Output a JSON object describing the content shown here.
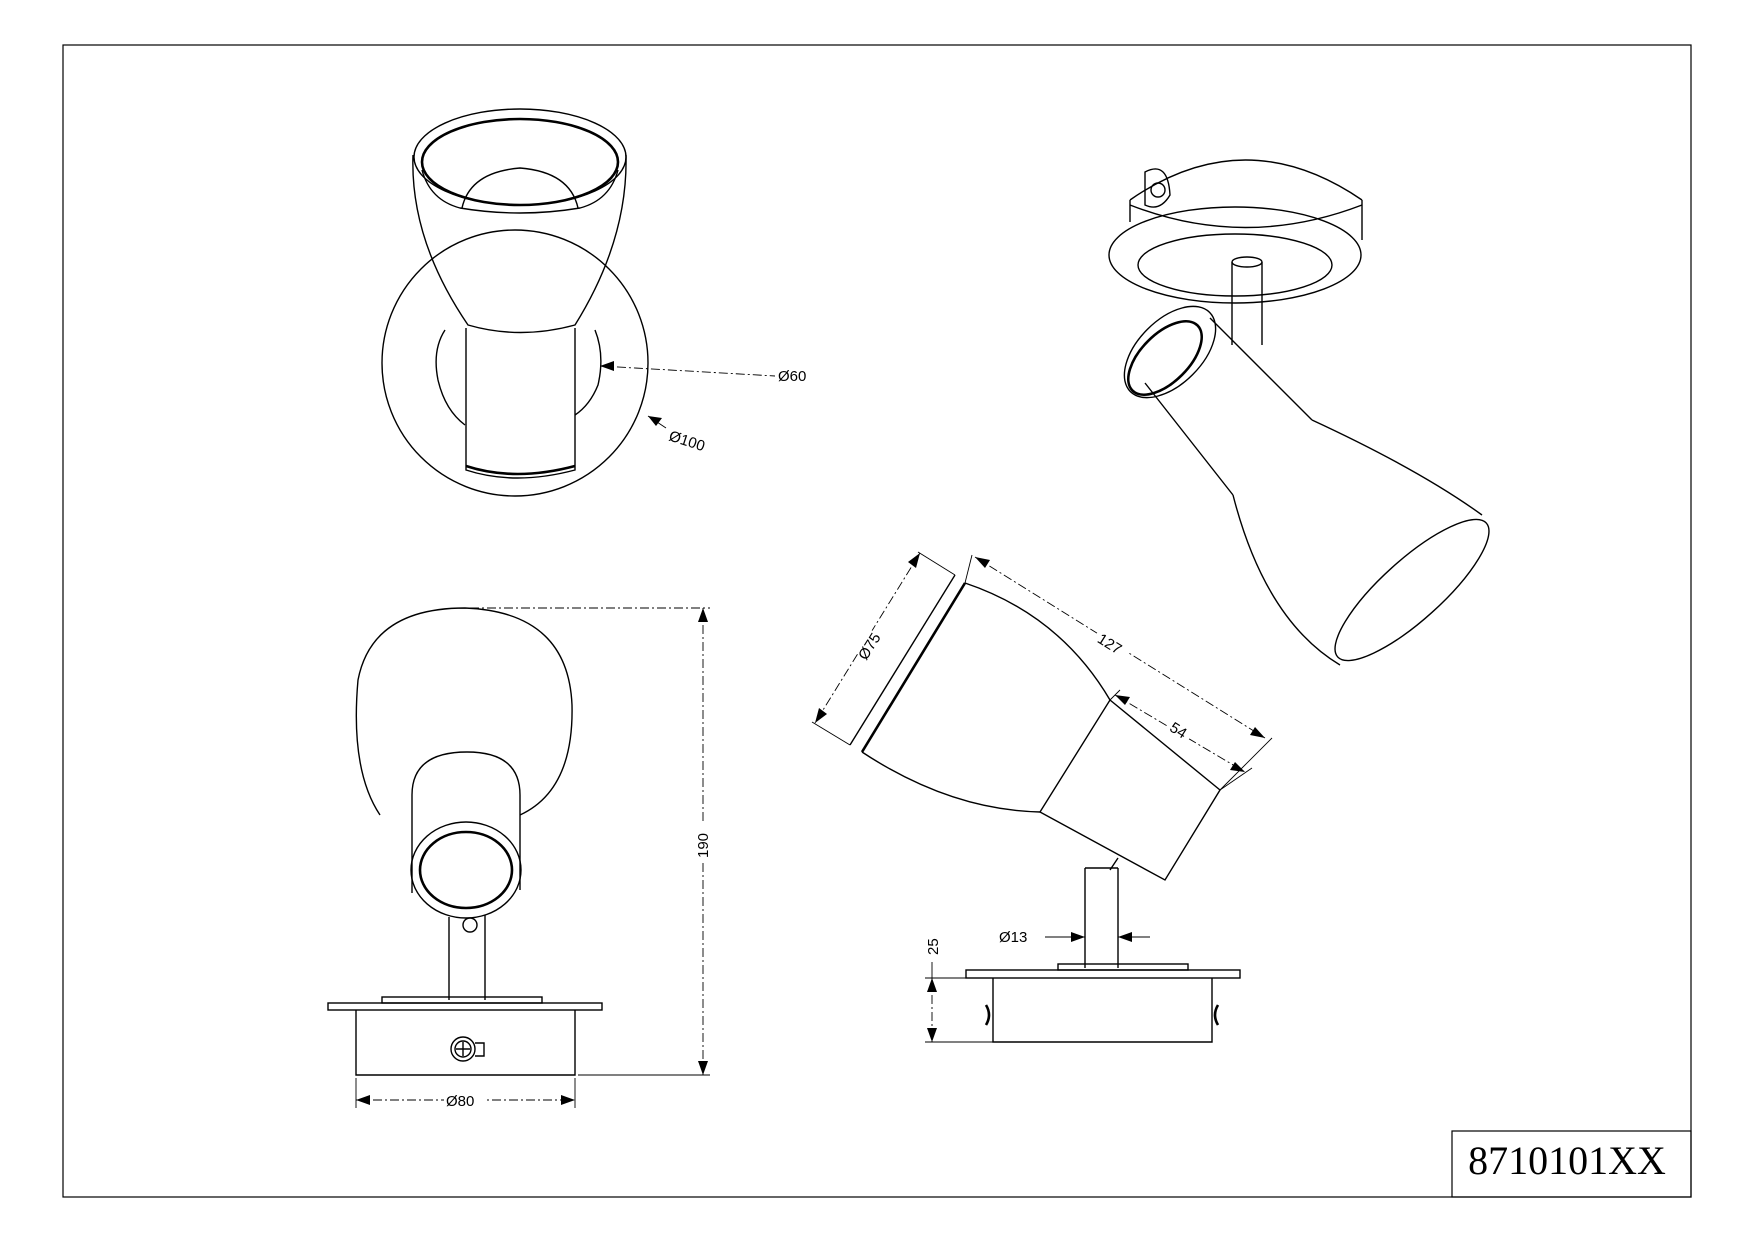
{
  "drawing": {
    "part_number": "8710101XX",
    "dimensions": {
      "top_view_stem_diameter": "Ø60",
      "top_view_base_diameter": "Ø100",
      "front_view_height": "190",
      "front_view_base_diameter": "Ø80",
      "side_view_shade_diameter": "Ø75",
      "side_view_head_length": "127",
      "side_view_sleeve_length": "54",
      "side_view_stem_diameter": "Ø13",
      "side_view_base_height": "25"
    }
  }
}
